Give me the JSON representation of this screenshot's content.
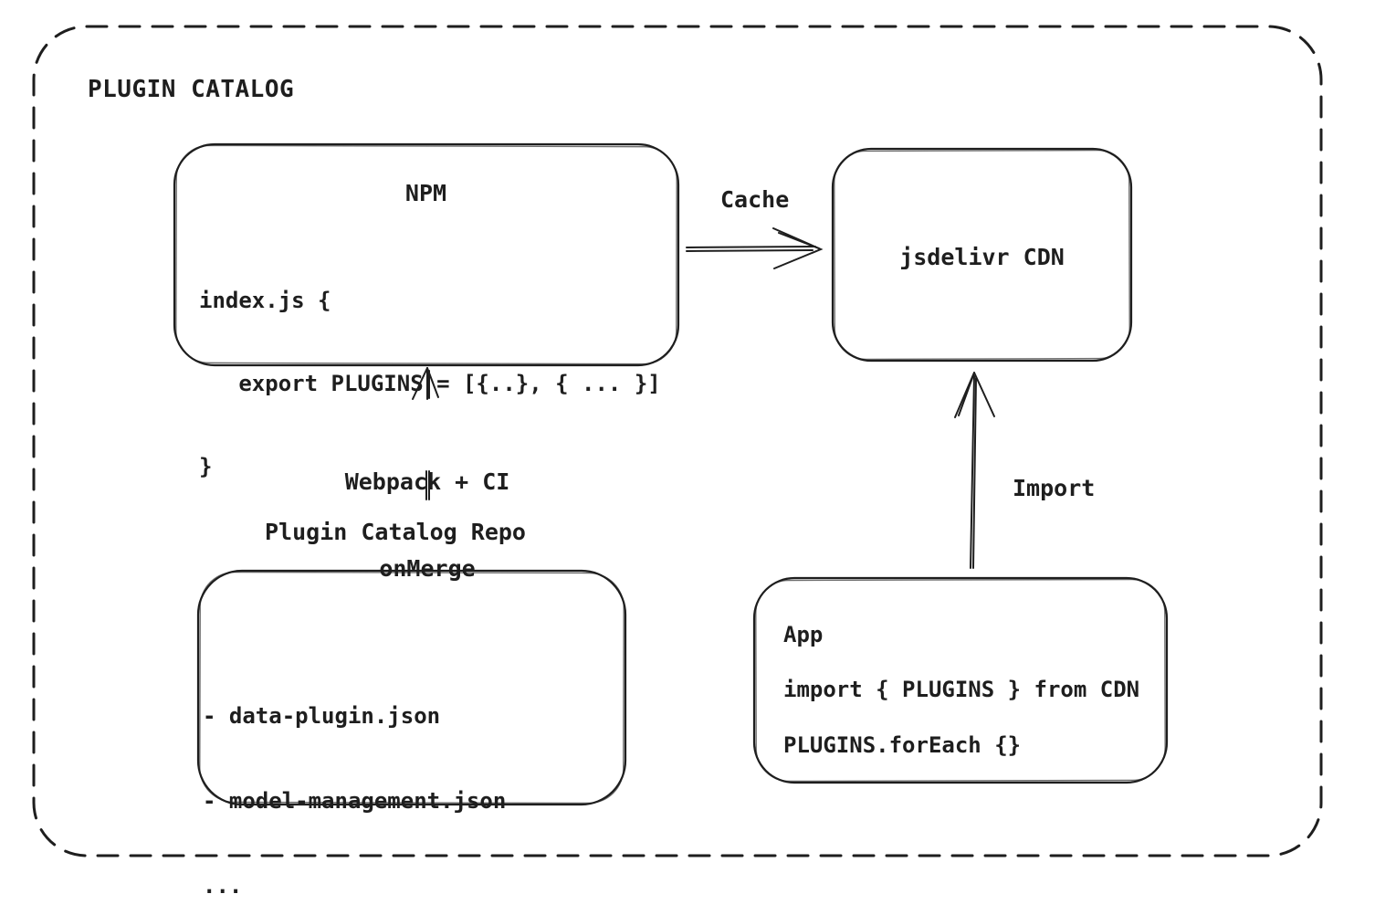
{
  "diagram": {
    "title": "PLUGIN CATALOG",
    "colors": {
      "stroke": "#1e1e1e",
      "background": "#ffffff"
    },
    "nodes": {
      "npm": {
        "title": "NPM",
        "code": [
          "index.js {",
          "   export PLUGINS = [{..}, { ... }]",
          "}"
        ]
      },
      "cdn": {
        "label": "jsdelivr CDN"
      },
      "repo": {
        "label": "Plugin Catalog Repo",
        "files": [
          "- data-plugin.json",
          "- model-management.json",
          "..."
        ]
      },
      "app": {
        "title": "App",
        "code": [
          "import { PLUGINS } from CDN",
          "PLUGINS.forEach {}"
        ]
      }
    },
    "edges": {
      "cache": {
        "label": "Cache"
      },
      "build": {
        "label_lines": [
          "Webpack + CI",
          "onMerge"
        ]
      },
      "import": {
        "label": "Import"
      }
    }
  }
}
